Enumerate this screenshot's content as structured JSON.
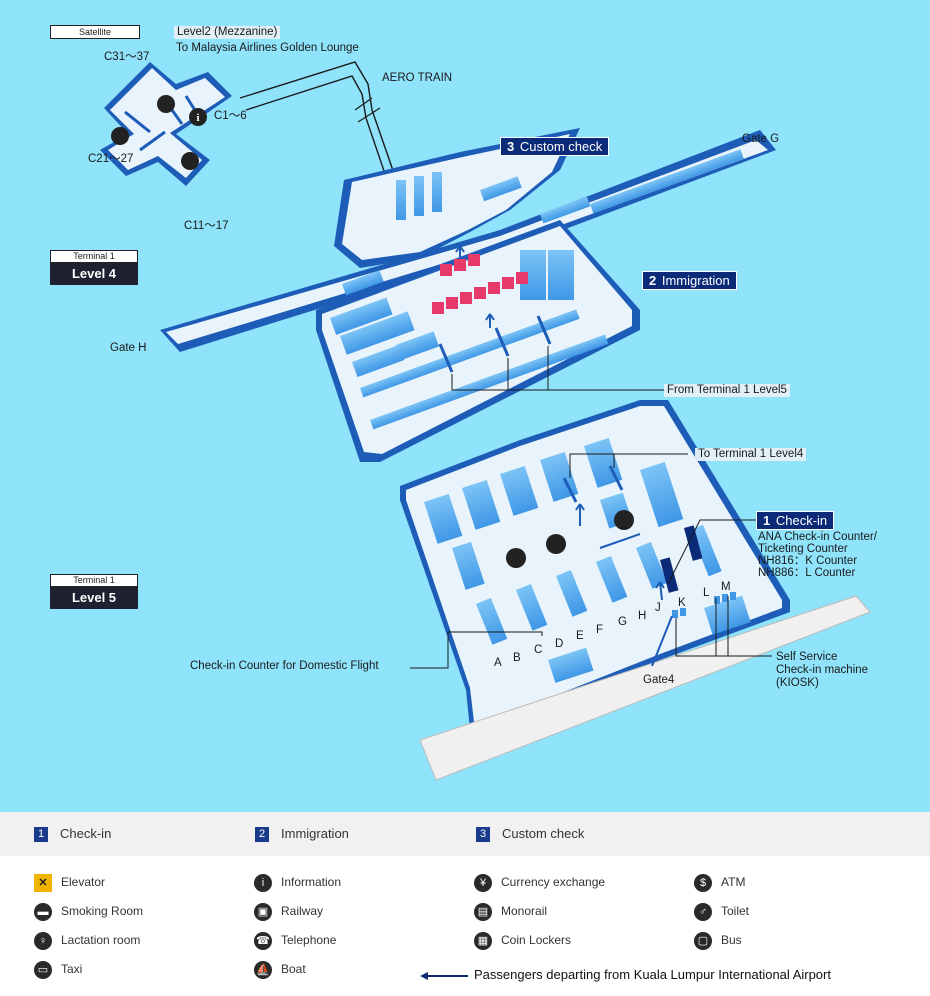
{
  "map": {
    "satellite_tag": "Satellite",
    "terminal_level4": {
      "top": "Terminal 1",
      "bottom": "Level 4"
    },
    "terminal_level5": {
      "top": "Terminal 1",
      "bottom": "Level 5"
    },
    "labels": {
      "mezzanine": "Level2 (Mezzanine)",
      "golden_lounge": "To Malaysia Airlines Golden Lounge",
      "aero_train": "AERO TRAIN",
      "c31_37": "C31～37",
      "c1_6": "C1～6",
      "c21_27": "C21～27",
      "c11_17": "C11～17",
      "gate_g": "Gate G",
      "gate_h": "Gate H",
      "from_t1_l5": "From Terminal 1 Level5",
      "to_t1_l4": "To Terminal 1 Level4",
      "ana_checkin_1": "ANA Check-in Counter/",
      "ana_checkin_2": "Ticketing Counter",
      "nh816": "NH816：K Counter",
      "nh886": "NH886：L Counter",
      "domestic": "Check-in Counter for Domestic Flight",
      "self_service_1": "Self Service",
      "self_service_2": "Check-in machine",
      "self_service_3": "(KIOSK)",
      "gate4": "Gate4",
      "counters": [
        "A",
        "B",
        "C",
        "D",
        "E",
        "F",
        "G",
        "H",
        "J",
        "K",
        "L",
        "M"
      ]
    },
    "callouts": {
      "custom": {
        "num": "3",
        "label": "Custom check"
      },
      "immigration": {
        "num": "2",
        "label": "Immigration"
      },
      "checkin": {
        "num": "1",
        "label": "Check-in"
      }
    },
    "colors": {
      "sea": "#8fe3fb",
      "floor": "#e8f3fb",
      "block": "#5aaef0",
      "callout": "#0b2a78",
      "checkpoint": "#e83a6a"
    }
  },
  "legend": {
    "steps": [
      {
        "num": "1",
        "label": "Check-in"
      },
      {
        "num": "2",
        "label": "Immigration"
      },
      {
        "num": "3",
        "label": "Custom check"
      }
    ],
    "items": [
      {
        "icon": "elevator-icon",
        "label": "Elevator"
      },
      {
        "icon": "smoking-room-icon",
        "label": "Smoking Room"
      },
      {
        "icon": "lactation-room-icon",
        "label": "Lactation room"
      },
      {
        "icon": "taxi-icon",
        "label": "Taxi"
      },
      {
        "icon": "information-icon",
        "label": "Information"
      },
      {
        "icon": "railway-icon",
        "label": "Railway"
      },
      {
        "icon": "telephone-icon",
        "label": "Telephone"
      },
      {
        "icon": "boat-icon",
        "label": "Boat"
      },
      {
        "icon": "currency-exchange-icon",
        "label": "Currency exchange"
      },
      {
        "icon": "monorail-icon",
        "label": "Monorail"
      },
      {
        "icon": "coin-lockers-icon",
        "label": "Coin Lockers"
      },
      {
        "icon": "atm-icon",
        "label": "ATM"
      },
      {
        "icon": "toilet-icon",
        "label": "Toilet"
      },
      {
        "icon": "bus-icon",
        "label": "Bus"
      }
    ],
    "departing_note": "Passengers departing from Kuala Lumpur International Airport"
  }
}
